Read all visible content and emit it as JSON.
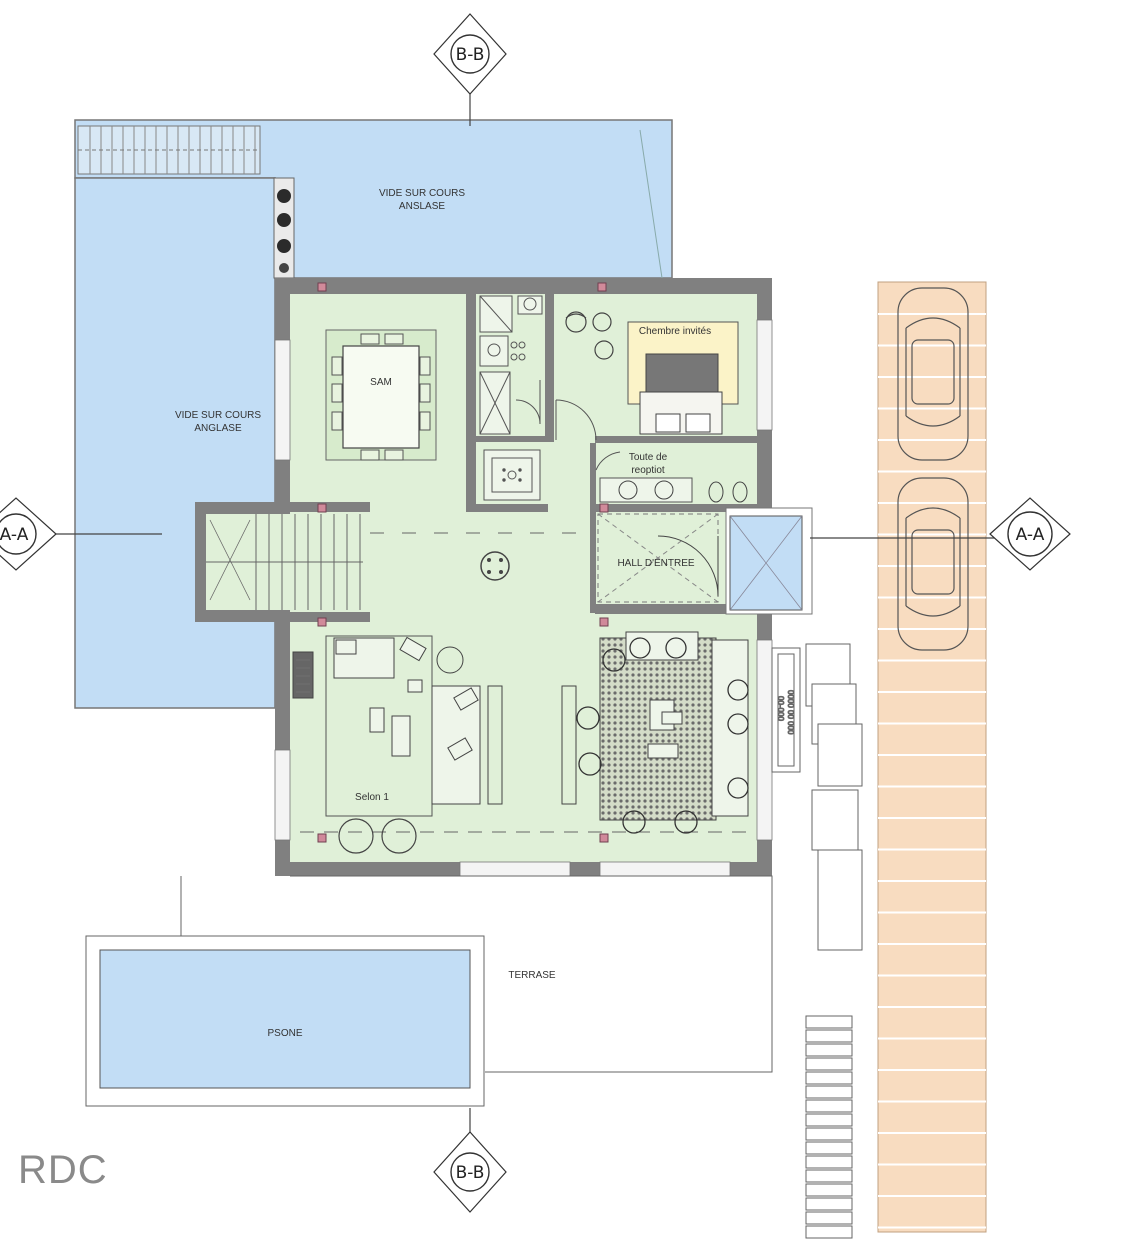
{
  "plan_title": "RDC",
  "colors": {
    "void": "#c2ddf5",
    "rooms": "#e0f0d8",
    "wall": "#808080",
    "parking": "#f8dcc0",
    "pool": "#c2ddf5",
    "bed": "#fbf3c8",
    "line": "#555555"
  },
  "sections": {
    "bb_top": "B-B",
    "bb_bottom": "B-B",
    "aa_left": "A-A",
    "aa_right": "A-A"
  },
  "rooms": {
    "void_top_l1": "VIDE SUR COURS",
    "void_top_l2": "ANSLASE",
    "void_left_l1": "VIDE SUR COURS",
    "void_left_l2": "ANGLASE",
    "dining": "SAM",
    "guest_bedroom": "Chembre invités",
    "laundry_l1": "Toute de",
    "laundry_l2": "reoptiot",
    "hall": "HALL D'ENTREE",
    "lounge": "Selon 1",
    "terrace": "TERRASE",
    "pool": "PSONE",
    "side_label_l1": "0000 00 000",
    "side_label_l2": "00-000"
  },
  "icons": {
    "car": "car-top-view-icon",
    "section_marker": "section-marker-icon",
    "table": "dining-table-icon",
    "bed": "bed-icon",
    "sofa": "sofa-icon",
    "toilet": "toilet-icon",
    "stairs": "stairs-icon"
  }
}
